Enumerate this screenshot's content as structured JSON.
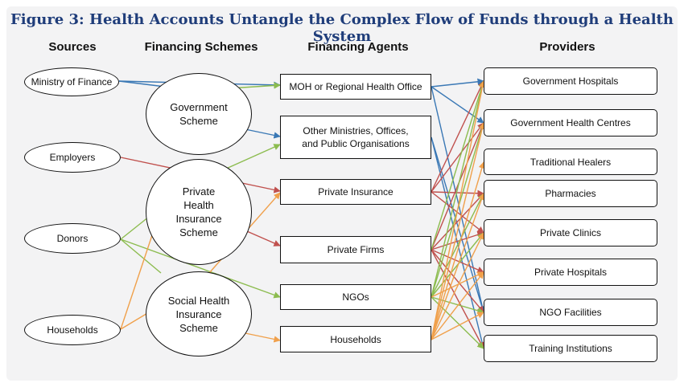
{
  "title": "Figure 3: Health Accounts Untangle the Complex Flow of Funds through a Health System",
  "headers": {
    "sources": "Sources",
    "schemes": "Financing Schemes",
    "agents": "Financing Agents",
    "providers": "Providers"
  },
  "sources": [
    "Ministry of Finance",
    "Employers",
    "Donors",
    "Households"
  ],
  "schemes": [
    [
      "Government",
      "Scheme"
    ],
    [
      "Private",
      "Health",
      "Insurance",
      "Scheme"
    ],
    [
      "Social Health",
      "Insurance",
      "Scheme"
    ]
  ],
  "agents": [
    [
      "MOH or Regional Health Office"
    ],
    [
      "Other Ministries, Offices,",
      "and Public Organisations"
    ],
    [
      "Private Insurance"
    ],
    [
      "Private Firms"
    ],
    [
      "NGOs"
    ],
    [
      "Households"
    ]
  ],
  "providers": [
    "Government Hospitals",
    "Government Health Centres",
    "Traditional Healers",
    "Pharmacies",
    "Private Clinics",
    "Private Hospitals",
    "NGO Facilities",
    "Training Institutions"
  ],
  "colors": {
    "government": "#3a78b5",
    "private": "#c0504d",
    "donor": "#8cbc4f",
    "household": "#f0a04b",
    "title": "#1f3d7a"
  }
}
